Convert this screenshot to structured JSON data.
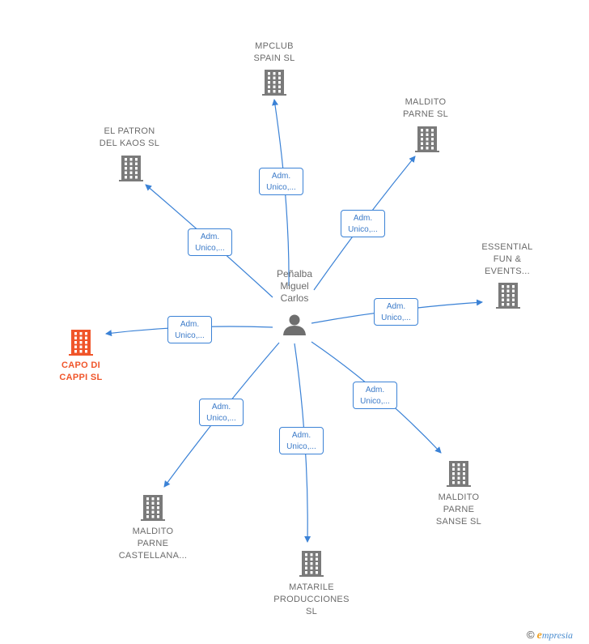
{
  "person": {
    "name_lines": [
      "Peñalba",
      "Miguel",
      "Carlos"
    ],
    "icon": "person-icon"
  },
  "colors": {
    "link": "#3b82d6",
    "building": "#7a7a7a",
    "highlight": "#f0552a"
  },
  "companies": [
    {
      "id": "mpclub",
      "name_lines": [
        "MPCLUB",
        "SPAIN  SL"
      ],
      "icon": "building-icon",
      "highlight": false
    },
    {
      "id": "maldito-parne",
      "name_lines": [
        "MALDITO",
        "PARNE  SL"
      ],
      "icon": "building-icon",
      "highlight": false
    },
    {
      "id": "el-patron",
      "name_lines": [
        "EL PATRON",
        "DEL KAOS  SL"
      ],
      "icon": "building-icon",
      "highlight": false
    },
    {
      "id": "essential",
      "name_lines": [
        "ESSENTIAL",
        "FUN &",
        "EVENTS..."
      ],
      "icon": "building-icon",
      "highlight": false
    },
    {
      "id": "capo-di-cappi",
      "name_lines": [
        "CAPO DI",
        "CAPPI  SL"
      ],
      "icon": "building-icon",
      "highlight": true
    },
    {
      "id": "maldito-sanse",
      "name_lines": [
        "MALDITO",
        "PARNE",
        "SANSE  SL"
      ],
      "icon": "building-icon",
      "highlight": false
    },
    {
      "id": "maldito-castellana",
      "name_lines": [
        "MALDITO",
        "PARNE",
        "CASTELLANA..."
      ],
      "icon": "building-icon",
      "highlight": false
    },
    {
      "id": "matarile",
      "name_lines": [
        "MATARILE",
        "PRODUCCIONES",
        "SL"
      ],
      "icon": "building-icon",
      "highlight": false
    }
  ],
  "roles": [
    {
      "target": "mpclub",
      "lines": [
        "Adm.",
        "Unico,..."
      ]
    },
    {
      "target": "maldito-parne",
      "lines": [
        "Adm.",
        "Unico,..."
      ]
    },
    {
      "target": "el-patron",
      "lines": [
        "Adm.",
        "Unico,..."
      ]
    },
    {
      "target": "essential",
      "lines": [
        "Adm.",
        "Unico,..."
      ]
    },
    {
      "target": "capo-di-cappi",
      "lines": [
        "Adm.",
        "Unico,..."
      ]
    },
    {
      "target": "maldito-sanse",
      "lines": [
        "Adm.",
        "Unico,..."
      ]
    },
    {
      "target": "maldito-castellana",
      "lines": [
        "Adm.",
        "Unico,..."
      ]
    },
    {
      "target": "matarile",
      "lines": [
        "Adm.",
        "Unico,..."
      ]
    }
  ],
  "footer": {
    "copyright": "©",
    "brand_initial": "e",
    "brand_rest": "mpresia"
  }
}
